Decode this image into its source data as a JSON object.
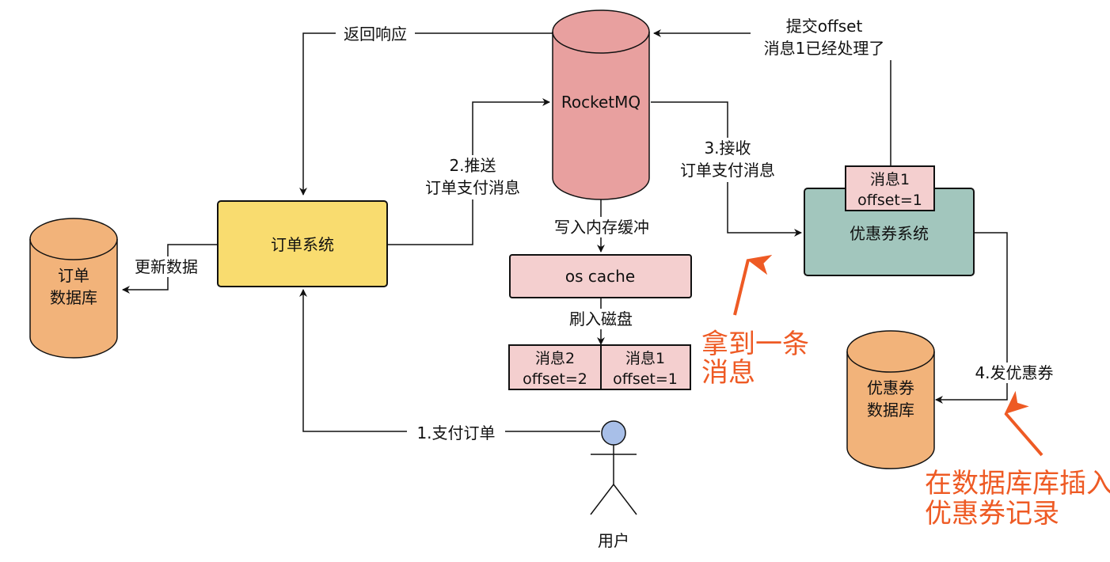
{
  "nodes": {
    "rocketmq": "RocketMQ",
    "order_system": "订单系统",
    "order_db": [
      "订单",
      "数据库"
    ],
    "os_cache": "os cache",
    "coupon_system": "优惠券系统",
    "coupon_db": [
      "优惠券",
      "数据库"
    ],
    "user": "用户"
  },
  "messages": {
    "disk_msg2": [
      "消息2",
      "offset=2"
    ],
    "disk_msg1": [
      "消息1",
      "offset=1"
    ],
    "consumer_msg1": [
      "消息1",
      "offset=1"
    ]
  },
  "edge_labels": {
    "return_response": "返回响应",
    "step2": [
      "2.推送",
      "订单支付消息"
    ],
    "step3": [
      "3.接收",
      "订单支付消息"
    ],
    "commit_offset": [
      "提交offset",
      "消息1已经处理了"
    ],
    "write_cache": "写入内存缓冲",
    "flush_disk": "刷入磁盘",
    "update_data": "更新数据",
    "step1": "1.支付订单",
    "step4": "4.发优惠券"
  },
  "annotations": {
    "got_message": [
      "拿到一条",
      "消息"
    ],
    "insert_record": [
      "在数据库库插入",
      "优惠券记录"
    ]
  },
  "colors": {
    "rocketmq": "#e8a09f",
    "order_system": "#f9dc6f",
    "db": "#f2b37a",
    "os_cache": "#f4cfcf",
    "coupon_system": "#a2c6bd",
    "user_head": "#a8bfe8",
    "annotation": "#ee5a24"
  }
}
